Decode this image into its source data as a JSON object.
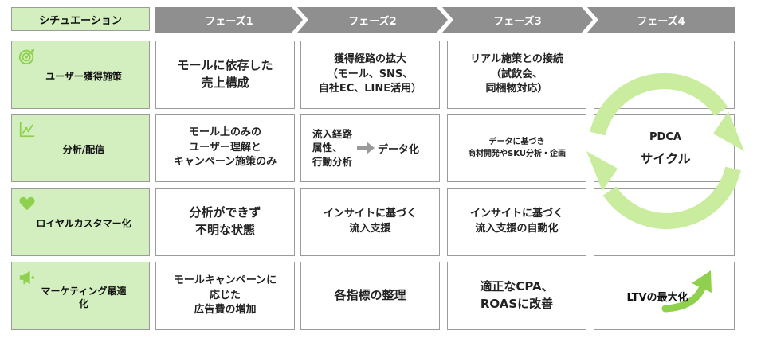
{
  "header": {
    "situation": "シチュエーション",
    "phases": [
      "フェーズ1",
      "フェーズ2",
      "フェーズ3",
      "フェーズ4"
    ]
  },
  "rows": [
    {
      "label": "ユーザー獲得施策",
      "icon": "target-icon",
      "cells": [
        "モールに依存した\n売上構成",
        "獲得経路の拡大\n（モール、SNS、\n自社EC、LINE活用）",
        "リアル施策との接続\n（試飲会、\n同梱物対応）"
      ]
    },
    {
      "label": "分析/配信",
      "icon": "chart-icon",
      "cells": [
        "モール上のみの\nユーザー理解と\nキャンペーン施策のみ",
        "データに基づき\n商材開発やSKU分析・企画"
      ],
      "flow": {
        "left": "流入経路\n属性、\n行動分析",
        "right": "データ化"
      }
    },
    {
      "label": "ロイヤルカスタマー化",
      "icon": "heart-icon",
      "cells": [
        "分析ができず\n不明な状態",
        "インサイトに基づく\n流入支援",
        "インサイトに基づく\n流入支援の自動化"
      ]
    },
    {
      "label": "マーケティング最適\n化",
      "icon": "megaphone-icon",
      "cells": [
        "モールキャンペーンに\n応じた\n広告費の増加",
        "各指標の整理",
        "適正なCPA、\nROASに改善"
      ]
    }
  ],
  "phase4": {
    "cycle_title": "PDCA",
    "cycle_subtitle": "サイクル",
    "ltv_text": "LTVの最大化"
  },
  "colors": {
    "label_bg": "#d4efbf",
    "header_bg": "#8f8f8f",
    "accent_green": "#8fd14f",
    "accent_light": "#c9ec9f",
    "border": "#9b9b9b"
  }
}
